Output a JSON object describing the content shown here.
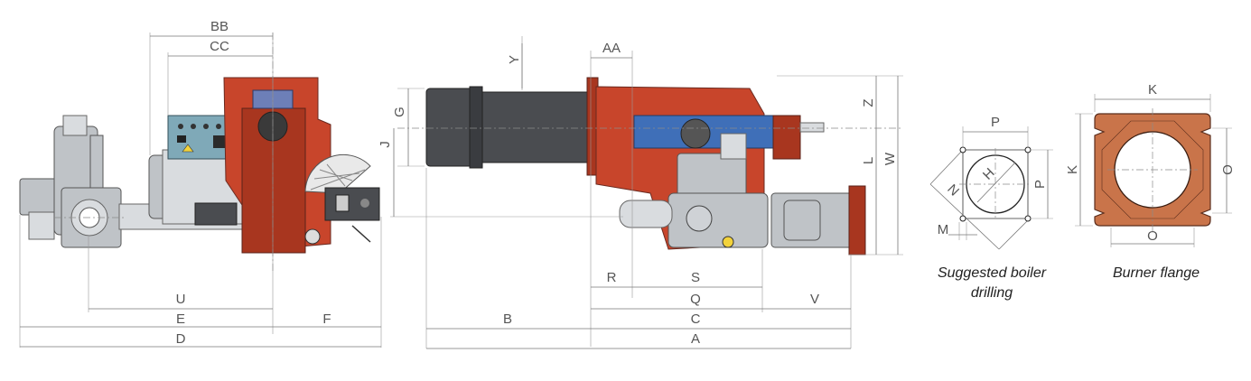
{
  "dimensions": {
    "bb": "BB",
    "cc": "CC",
    "u": "U",
    "e": "E",
    "f": "F",
    "d": "D",
    "y": "Y",
    "aa": "AA",
    "g": "G",
    "j": "J",
    "z": "Z",
    "l": "L",
    "w": "W",
    "r": "R",
    "s": "S",
    "q": "Q",
    "v": "V",
    "b": "B",
    "c": "C",
    "a": "A",
    "p_top": "P",
    "p_side": "P",
    "h": "H",
    "n": "N",
    "m": "M",
    "k_top": "K",
    "k_side": "K",
    "o_bottom": "O",
    "o_side": "O"
  },
  "captions": {
    "boiler_drilling_line1": "Suggested boiler",
    "boiler_drilling_line2": "drilling",
    "burner_flange": "Burner flange"
  }
}
